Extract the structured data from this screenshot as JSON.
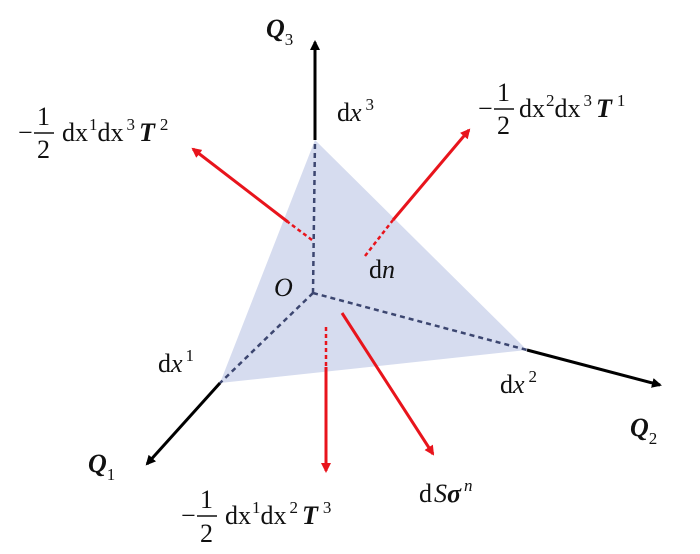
{
  "colors": {
    "axis": "#000000",
    "force": "#e8141c",
    "face": "#d6dcef",
    "hidden_edge": "#3c4670"
  },
  "axes": {
    "q1": {
      "base": "Q",
      "sub": "1"
    },
    "q2": {
      "base": "Q",
      "sub": "2"
    },
    "q3": {
      "base": "Q",
      "sub": "3"
    }
  },
  "origin": {
    "label": "O"
  },
  "edges": {
    "dx1": {
      "d": "d",
      "x": "x",
      "sup": "1"
    },
    "dx2": {
      "d": "d",
      "x": "x",
      "sup": "2"
    },
    "dx3": {
      "d": "d",
      "x": "x",
      "sup": "3"
    }
  },
  "normal": {
    "d": "d",
    "n": "n"
  },
  "forces": {
    "t1": {
      "sign": "−",
      "num": "1",
      "den": "2",
      "dxa": "dx",
      "supa": "2",
      "dxb": "dx",
      "supb": "3",
      "T": "T",
      "supT": "1"
    },
    "t2": {
      "sign": "−",
      "num": "1",
      "den": "2",
      "dxa": "dx",
      "supa": "1",
      "dxb": "dx",
      "supb": "3",
      "T": "T",
      "supT": "2"
    },
    "t3": {
      "sign": "−",
      "num": "1",
      "den": "2",
      "dxa": "dx",
      "supa": "1",
      "dxb": "dx",
      "supb": "2",
      "T": "T",
      "supT": "3"
    },
    "sigma": {
      "d": "d",
      "S": "S",
      "sig": "σ",
      "sup": "n"
    }
  }
}
